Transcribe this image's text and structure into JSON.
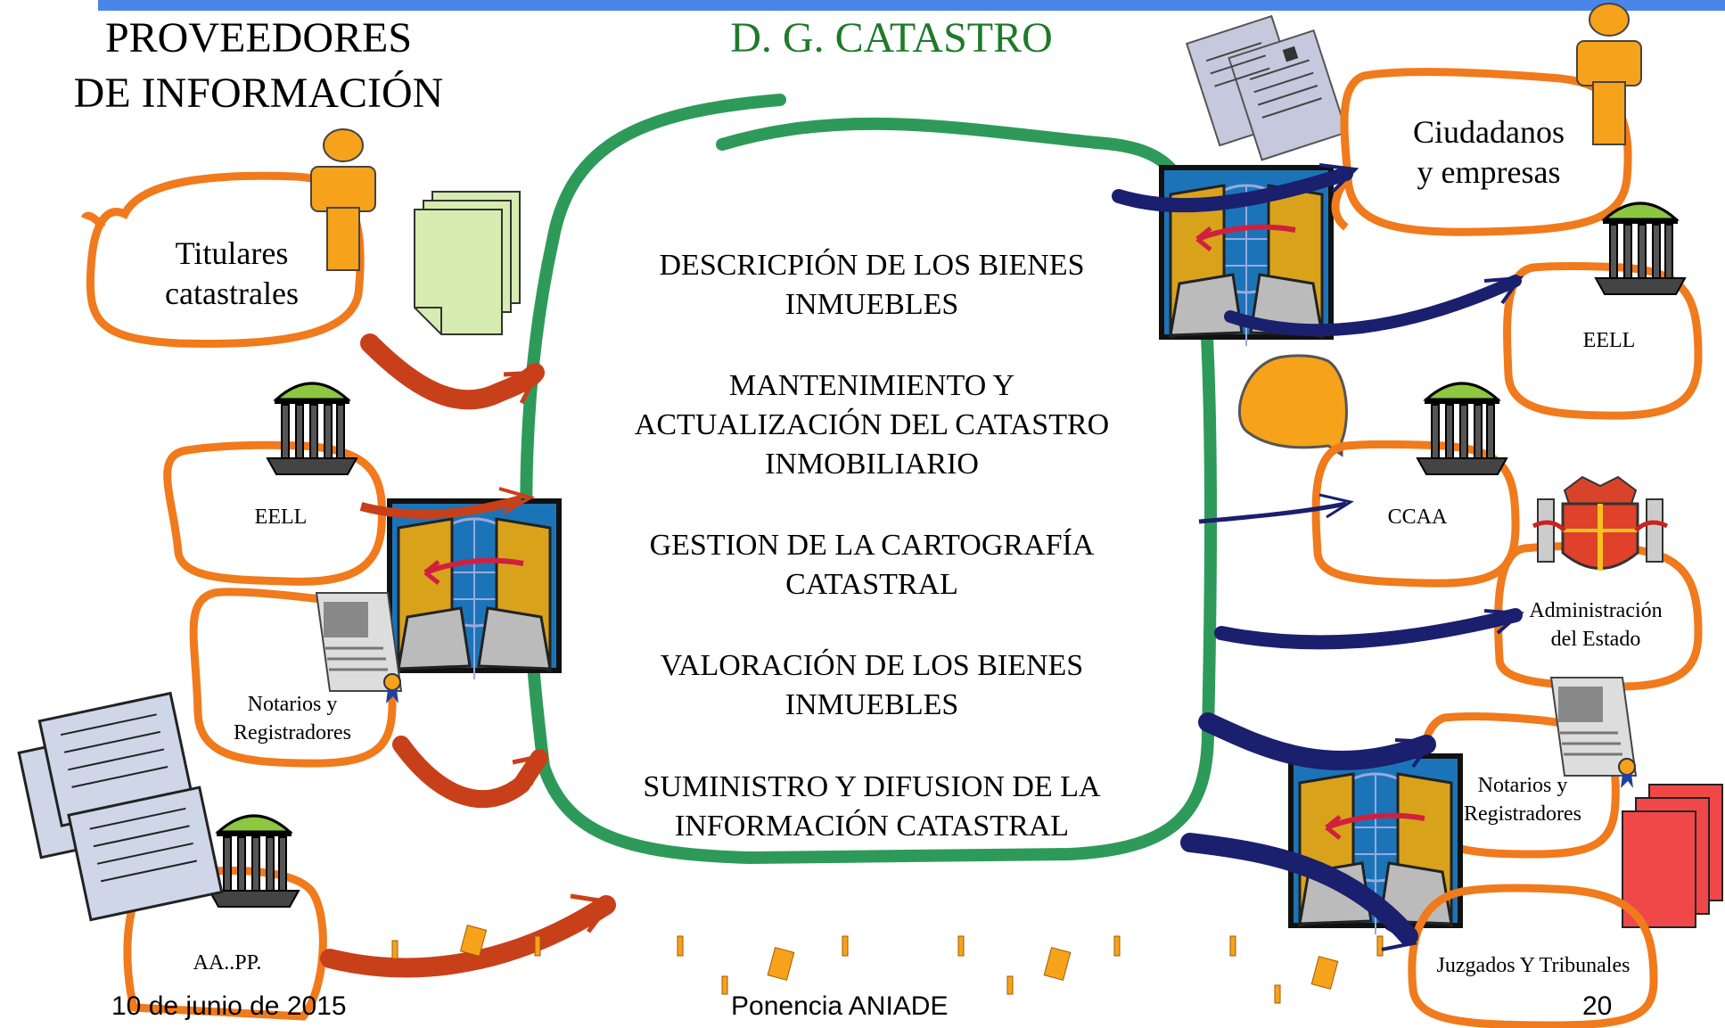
{
  "header": {
    "providers_line1": "PROVEEDORES",
    "providers_line2": "DE INFORMACIÓN",
    "center_title": "D. G. CATASTRO"
  },
  "providers": {
    "titulares_line1": "Titulares",
    "titulares_line2": "catastrales",
    "eell": "EELL",
    "notarios_line1": "Notarios y",
    "notarios_line2": "Registradores",
    "aapp": "AA..PP."
  },
  "functions": [
    {
      "line1": "DESCRICPIÓN DE LOS BIENES",
      "line2": "INMUEBLES",
      "line3": ""
    },
    {
      "line1": "MANTENIMIENTO Y",
      "line2": "ACTUALIZACIÓN DEL CATASTRO",
      "line3": "INMOBILIARIO"
    },
    {
      "line1": "GESTION DE LA CARTOGRAFÍA",
      "line2": "CATASTRAL",
      "line3": ""
    },
    {
      "line1": "VALORACIÓN DE LOS BIENES",
      "line2": "INMUEBLES",
      "line3": ""
    },
    {
      "line1": "SUMINISTRO Y DIFUSION DE LA",
      "line2": "INFORMACIÓN CATASTRAL",
      "line3": ""
    }
  ],
  "recipients": {
    "ciudadanos_line1": "Ciudadanos",
    "ciudadanos_line2": "y empresas",
    "eell": "EELL",
    "ccaa": "CCAA",
    "admin_line1": "Administración",
    "admin_line2": "del Estado",
    "notarios_line1": "Notarios y",
    "notarios_line2": "Registradores",
    "juzgados": "Juzgados Y Tribunales"
  },
  "footer": {
    "date": "10 de junio de 2015",
    "event": "Ponencia ANIADE",
    "page": "20"
  },
  "colors": {
    "bubble_orange": "#f07a1c",
    "arrow_red": "#c8401a",
    "arrow_navy": "#1a1f6e",
    "loop_green": "#2e9a5a",
    "title_green": "#1e7a2a",
    "icon_orange": "#f7a21b"
  }
}
